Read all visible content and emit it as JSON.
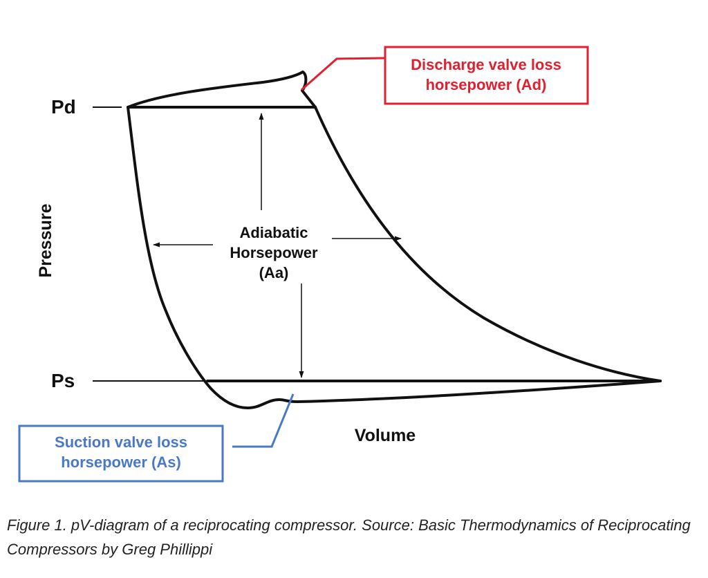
{
  "diagram": {
    "y_axis_label": "Pressure",
    "x_axis_label": "Volume",
    "pd_label": "Pd",
    "ps_label": "Ps",
    "center_label": [
      "Adiabatic",
      "Horsepower",
      "(Aa)"
    ],
    "discharge_callout": [
      "Discharge valve loss",
      "horsepower (Ad)"
    ],
    "suction_callout": [
      "Suction valve loss",
      "horsepower (As)"
    ],
    "colors": {
      "line": "#111111",
      "discharge": "#e0202e",
      "suction": "#4a78c8"
    }
  },
  "caption": "Figure 1. pV-diagram of a reciprocating compressor. Source: Basic Thermodynamics of Reciprocating Compressors by Greg Phillippi"
}
